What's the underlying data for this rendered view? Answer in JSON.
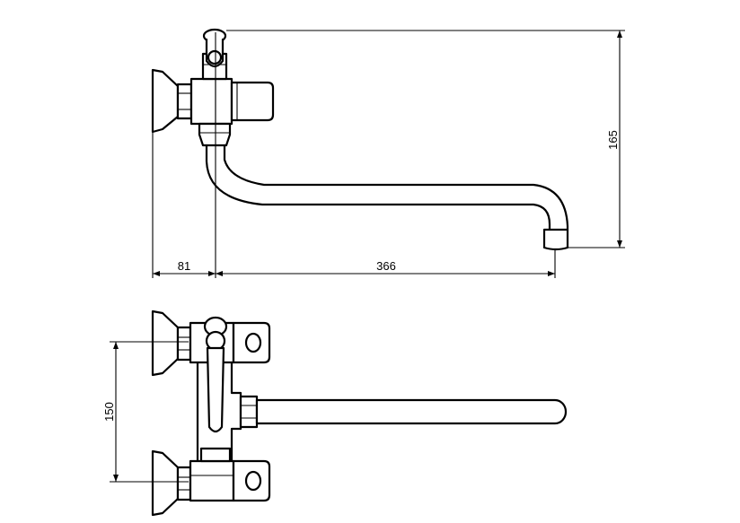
{
  "dimensions": {
    "spout_height": "165",
    "wall_offset": "81",
    "spout_reach": "366",
    "inlet_spacing": "150"
  },
  "colors": {
    "line": "#000000",
    "background": "#ffffff"
  }
}
